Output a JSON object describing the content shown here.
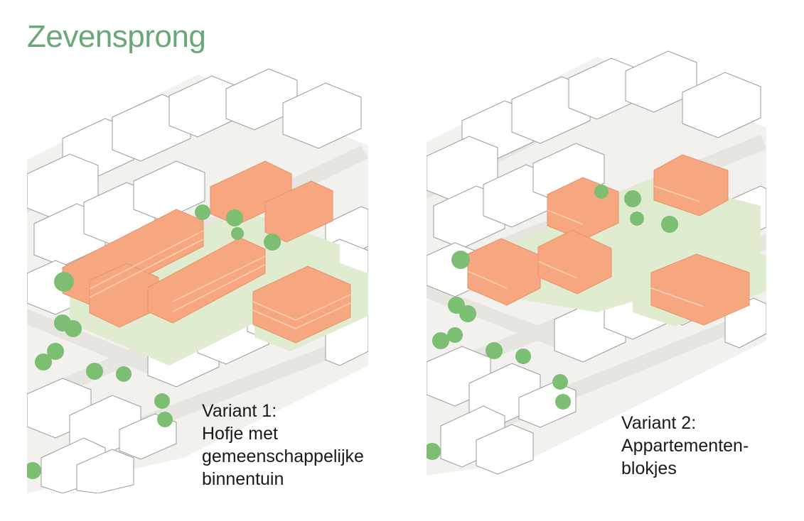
{
  "title": "Zevensprong",
  "colors": {
    "title": "#6aa878",
    "building_new": "#f7a77f",
    "building_existing": "#ffffff",
    "greenspace": "#dfeccf",
    "tree": "#7cbe72",
    "road": "#e7e5df"
  },
  "variants": [
    {
      "caption_lines": [
        "Variant 1:",
        "Hofje met",
        "gemeenschappelijke",
        "binnentuin"
      ]
    },
    {
      "caption_lines": [
        "Variant 2:",
        "Appartementen-",
        "blokjes"
      ]
    }
  ]
}
